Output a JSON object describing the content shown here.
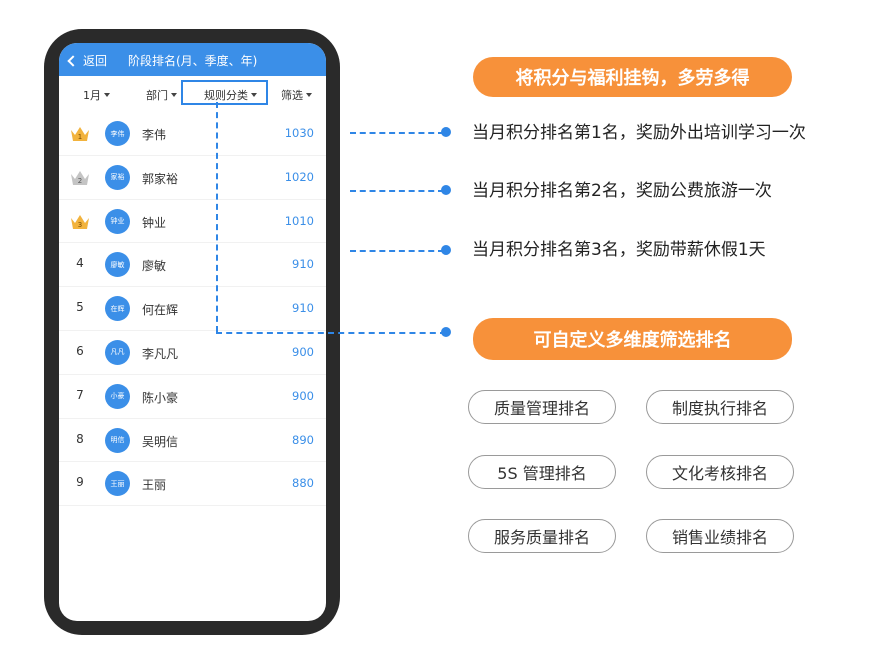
{
  "app": {
    "back_label": "返回",
    "title": "阶段排名(月、季度、年)"
  },
  "filters": [
    {
      "label": "1月"
    },
    {
      "label": "部门"
    },
    {
      "label": "规则分类"
    },
    {
      "label": "筛选"
    }
  ],
  "ranking": [
    {
      "rank": "1",
      "name": "李伟",
      "avatar": "李伟",
      "score": "1030",
      "medal": "gold"
    },
    {
      "rank": "2",
      "name": "郭家裕",
      "avatar": "家裕",
      "score": "1020",
      "medal": "silver"
    },
    {
      "rank": "3",
      "name": "钟业",
      "avatar": "钟业",
      "score": "1010",
      "medal": "gold"
    },
    {
      "rank": "4",
      "name": "廖敏",
      "avatar": "廖敏",
      "score": "910"
    },
    {
      "rank": "5",
      "name": "何在辉",
      "avatar": "在辉",
      "score": "910"
    },
    {
      "rank": "6",
      "name": "李凡凡",
      "avatar": "凡凡",
      "score": "900"
    },
    {
      "rank": "7",
      "name": "陈小豪",
      "avatar": "小豪",
      "score": "900"
    },
    {
      "rank": "8",
      "name": "吴明信",
      "avatar": "明信",
      "score": "890"
    },
    {
      "rank": "9",
      "name": "王丽",
      "avatar": "王丽",
      "score": "880"
    }
  ],
  "promo": {
    "heading_1": "将积分与福利挂钩，多劳多得",
    "rewards": [
      "当月积分排名第1名，奖励外出培训学习一次",
      "当月积分排名第2名，奖励公费旅游一次",
      "当月积分排名第3名，奖励带薪休假1天"
    ],
    "heading_2": "可自定义多维度筛选排名",
    "tags": [
      "质量管理排名",
      "制度执行排名",
      "5S 管理排名",
      "文化考核排名",
      "服务质量排名",
      "销售业绩排名"
    ]
  },
  "colors": {
    "accent_blue": "#3b8fe8",
    "highlight_orange": "#f7913a",
    "medal_gold": "#f2b33d",
    "medal_silver": "#c4c4c4"
  }
}
